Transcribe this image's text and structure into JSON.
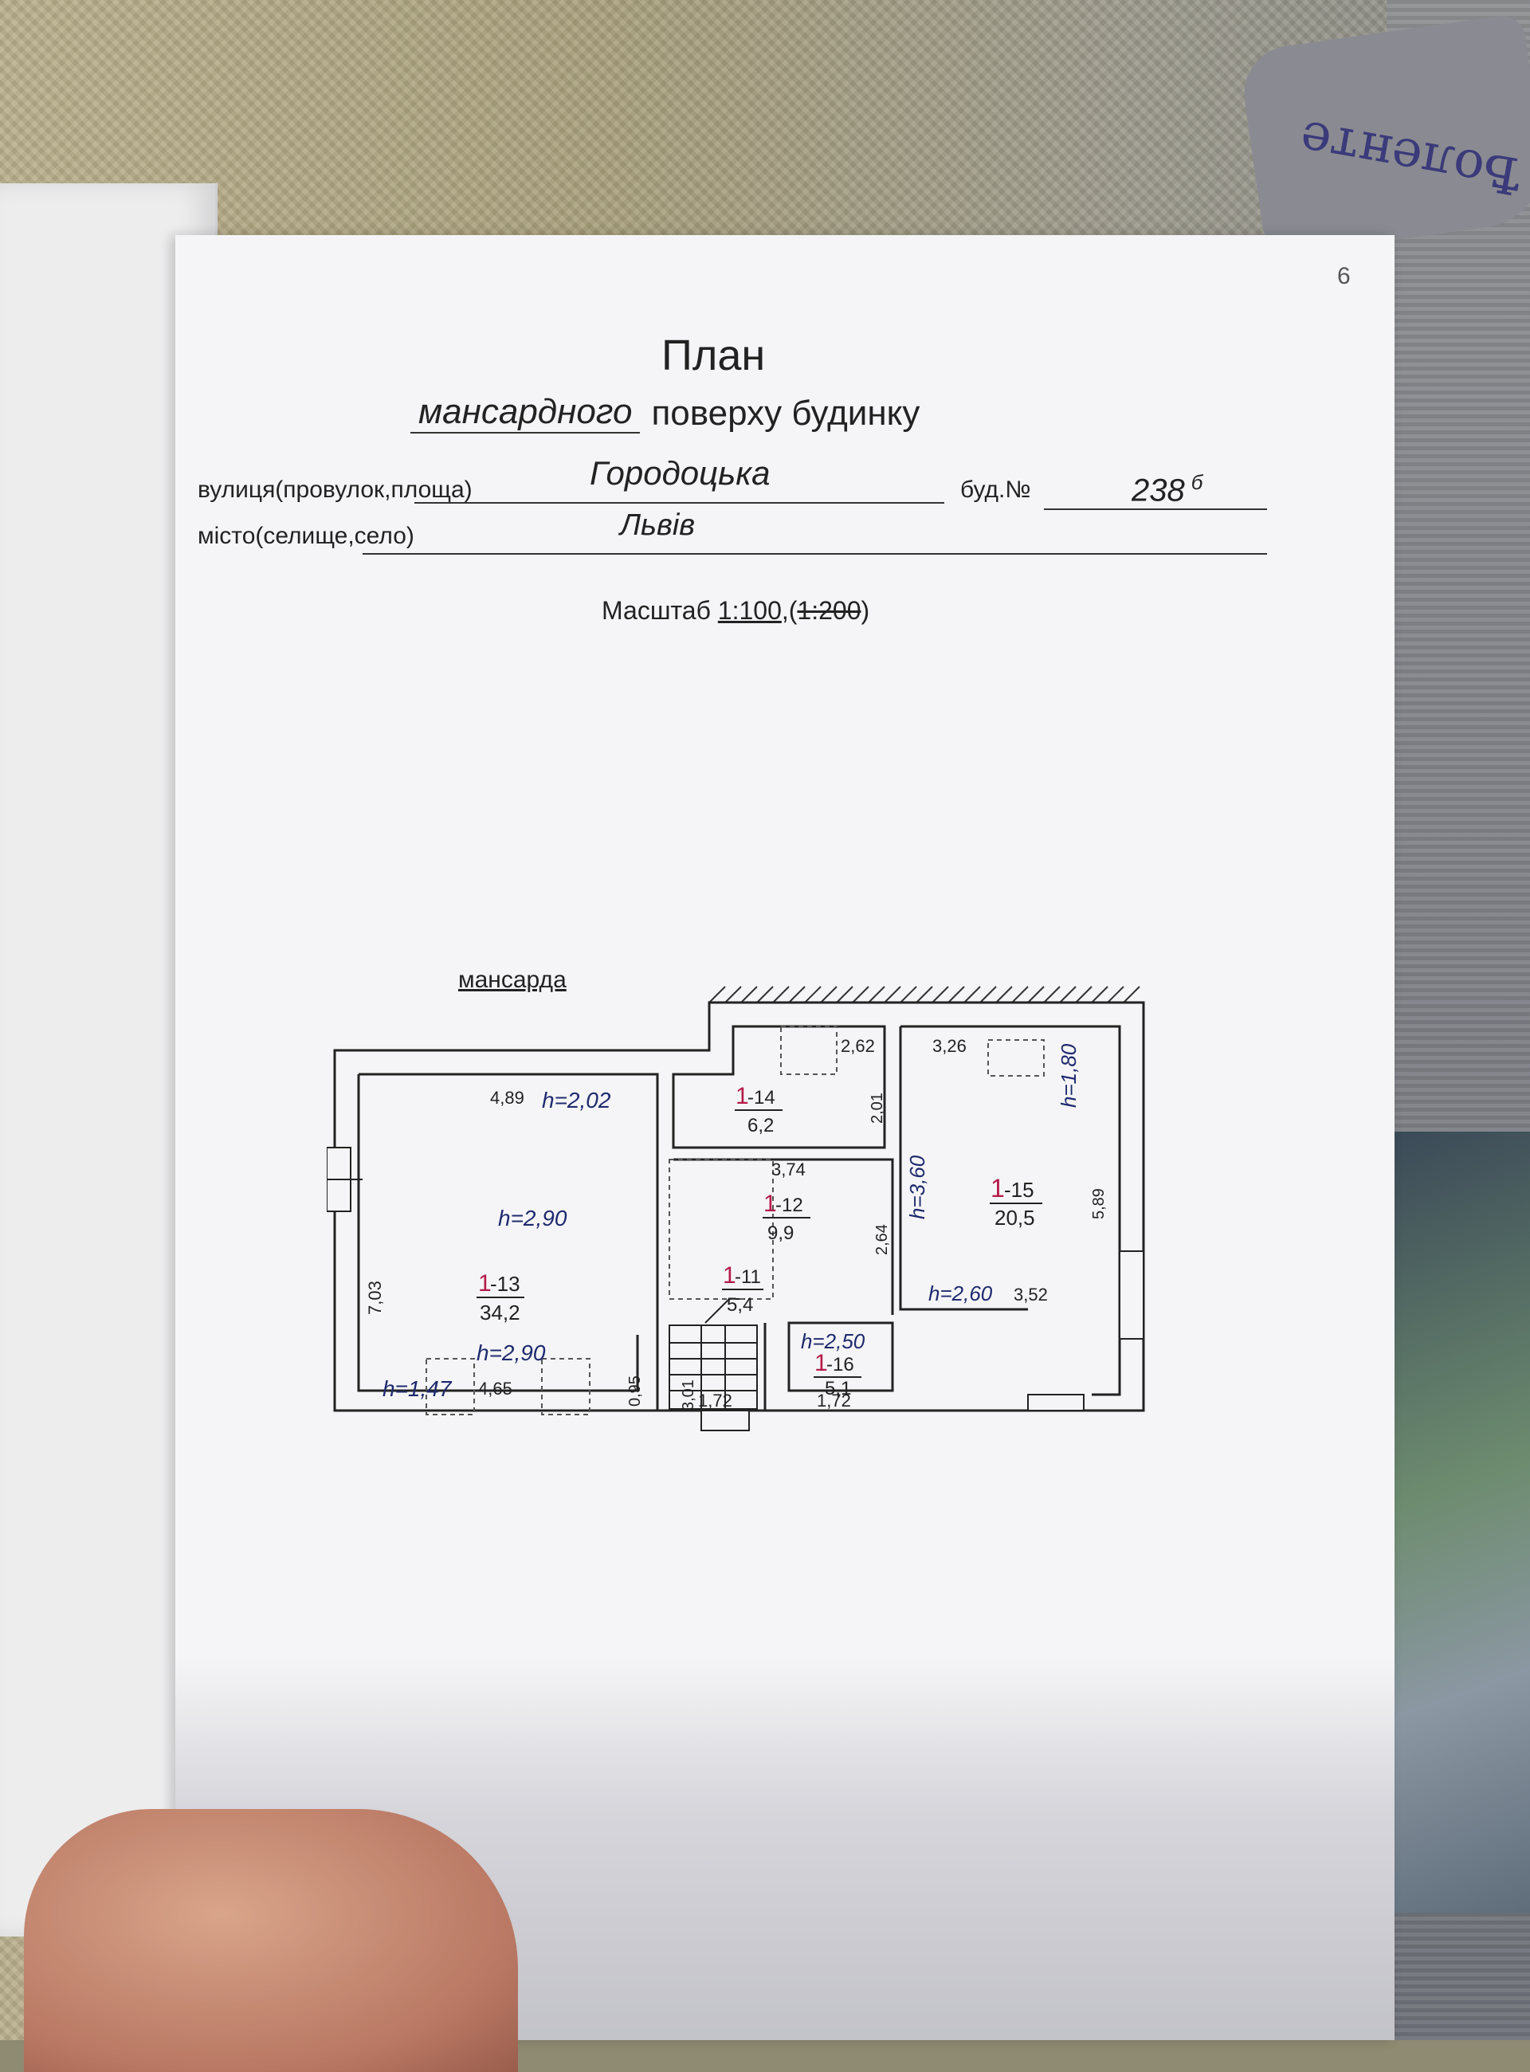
{
  "document": {
    "page_number": "6",
    "title": "План",
    "floor_name": "мансардного",
    "subtitle_suffix": "поверху будинку",
    "street_label": "вулиця(провулок,площа)",
    "street_value": "Городоцька",
    "building_label": "буд.№",
    "building_value": "238",
    "building_suffix": "б",
    "city_label": "місто(селище,село)",
    "city_value": "Львів",
    "scale_label": "Масштаб",
    "scale_used": "1:100",
    "scale_sep": ",(",
    "scale_struck": "1:200",
    "scale_close": ")"
  },
  "plan": {
    "label": "мансарда",
    "rooms": [
      {
        "num": "-13",
        "prefix": "1",
        "area": "34,2"
      },
      {
        "num": "-14",
        "prefix": "1",
        "area": "6,2"
      },
      {
        "num": "-12",
        "prefix": "1",
        "area": "9,9"
      },
      {
        "num": "-11",
        "prefix": "1",
        "area": "5,4"
      },
      {
        "num": "-15",
        "prefix": "1",
        "area": "20,5"
      },
      {
        "num": "-16",
        "prefix": "1",
        "area": "5,1"
      }
    ],
    "dimensions": {
      "d489": "4,89",
      "d703": "7,03",
      "d465": "4,65",
      "d095": "0,95",
      "d262": "2,62",
      "d201": "2,01",
      "d374": "3,74",
      "d264": "2,64",
      "d301": "3,01",
      "d172a": "1,72",
      "d172b": "1,72",
      "d326": "3,26",
      "d589": "5,89",
      "d352": "3,52"
    },
    "heights": {
      "h202": "h=2,02",
      "h290a": "h=2,90",
      "h290b": "h=2,90",
      "h147": "h=1,47",
      "h360": "h=3,60",
      "h180": "h=1,80",
      "h250": "h=2,50",
      "h260": "h=2,60"
    }
  }
}
